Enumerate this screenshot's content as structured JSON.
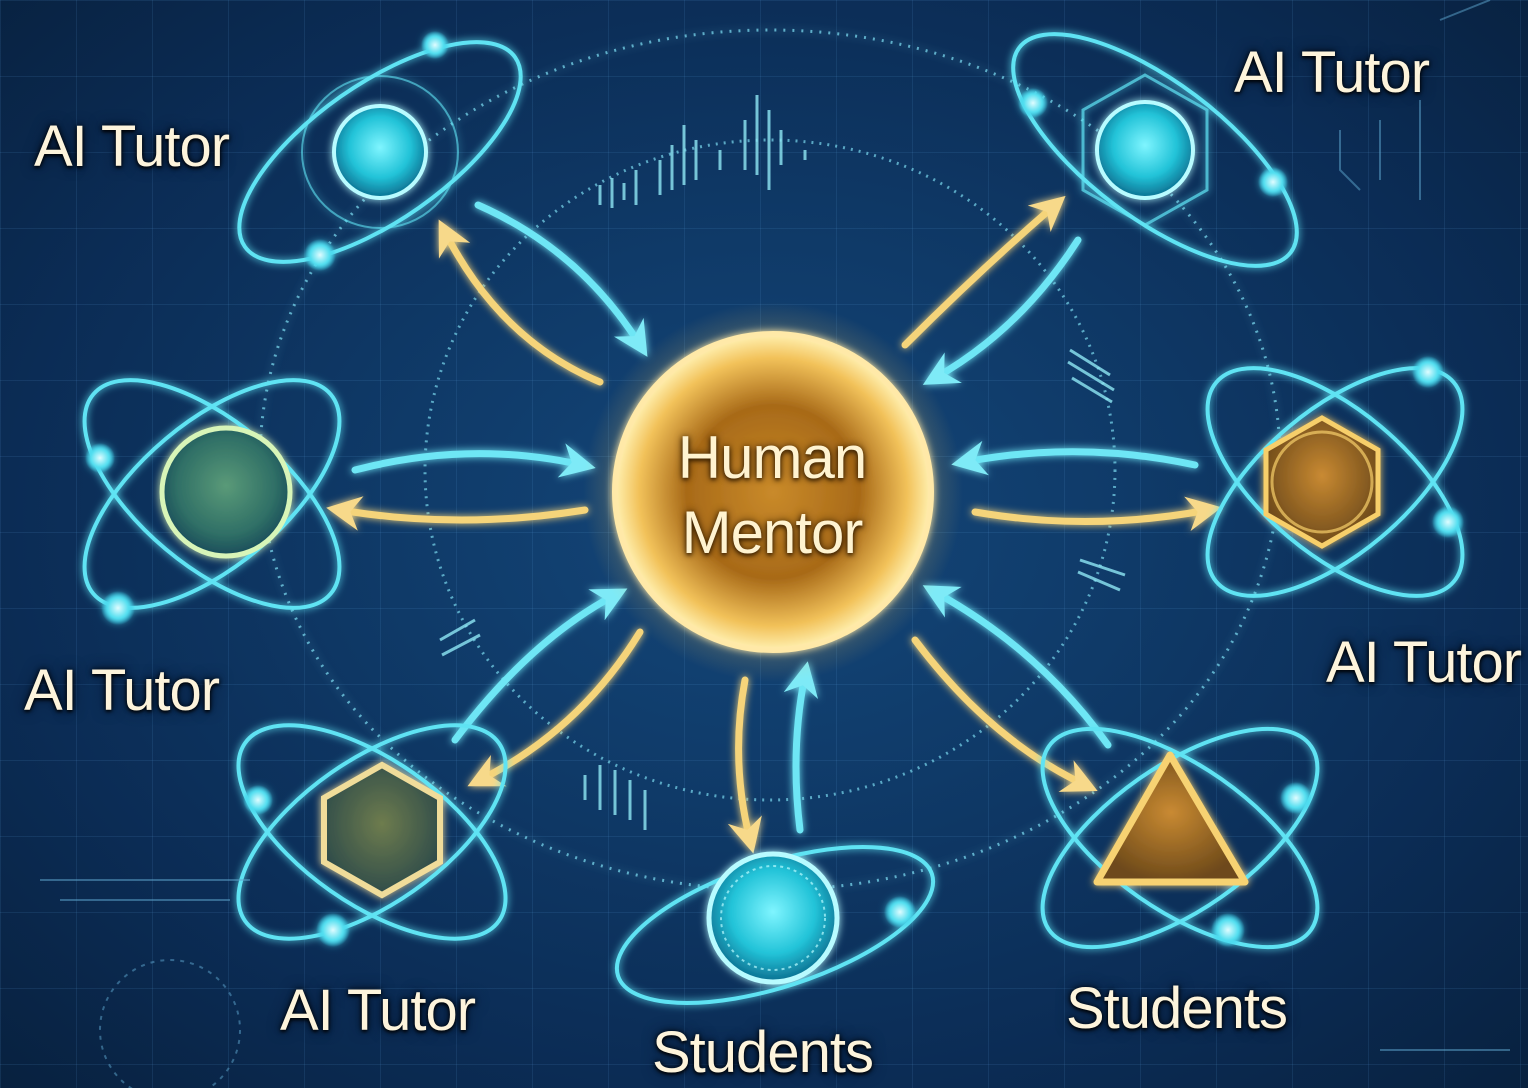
{
  "center": {
    "line1": "Human",
    "line2": "Mentor"
  },
  "nodes": [
    {
      "label": "AI Tutor",
      "shape": "circle",
      "color": "#2ee0f0"
    },
    {
      "label": "AI Tutor",
      "shape": "hexagon-circle",
      "color": "#2ee0f0"
    },
    {
      "label": "AI Tutor",
      "shape": "circle",
      "color": "#b8e6b0"
    },
    {
      "label": "AI Tutor",
      "shape": "hexagon",
      "color": "#f0b850"
    },
    {
      "label": "AI Tutor",
      "shape": "hexagon",
      "color": "#e8d890"
    },
    {
      "label": "Students",
      "shape": "circle",
      "color": "#2ee0f0"
    },
    {
      "label": "Students",
      "shape": "triangle",
      "color": "#f0d070"
    }
  ],
  "colors": {
    "background": "#0f3a68",
    "cyan": "#6ee6f5",
    "gold": "#f5d47a",
    "text": "#fdf4dc"
  }
}
